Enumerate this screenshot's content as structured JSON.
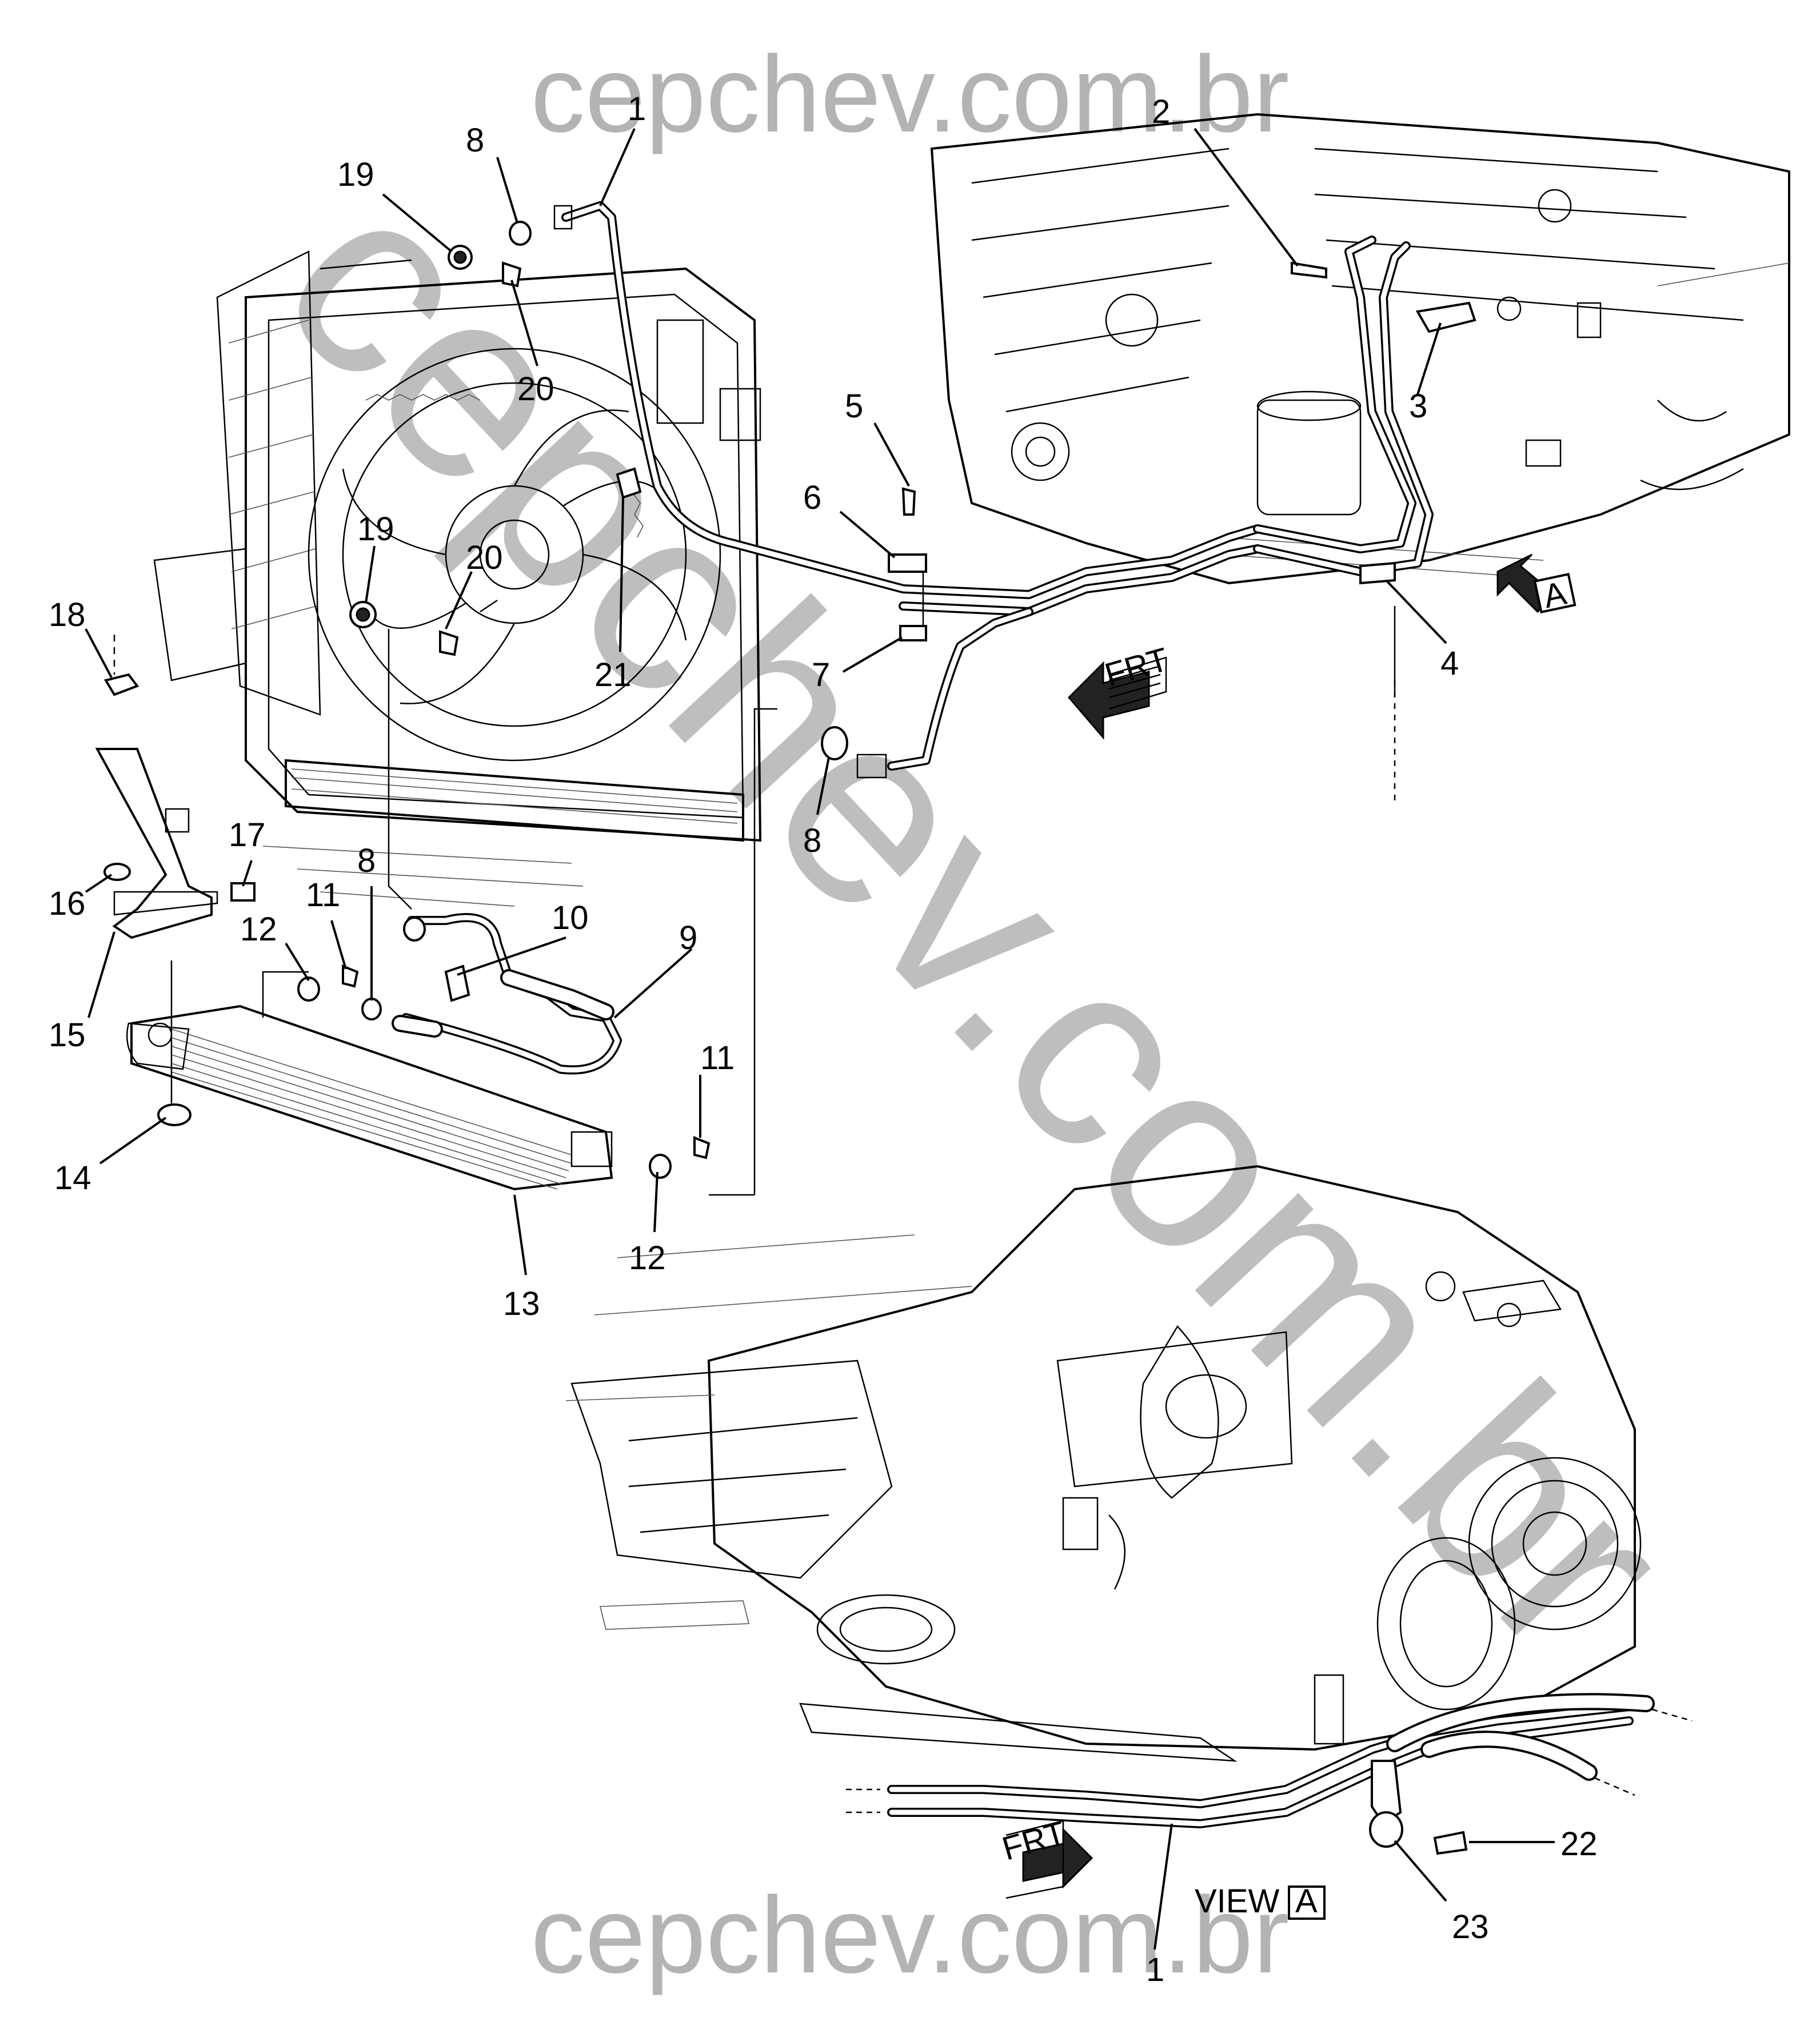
{
  "watermark": {
    "top": "cepchev.com.br",
    "bottom": "cepchev.com.br",
    "diagonal": "cepchev.com.br",
    "color": "#b3b3b3"
  },
  "callouts": {
    "c1_top": "1",
    "c2": "2",
    "c3": "3",
    "c4": "4",
    "c5": "5",
    "c6": "6",
    "c7": "7",
    "c8_top": "8",
    "c8_right": "8",
    "c8_mid": "8",
    "c9": "9",
    "c10": "10",
    "c11_left": "11",
    "c11_right": "11",
    "c12_left": "12",
    "c12_right": "12",
    "c13": "13",
    "c14": "14",
    "c15": "15",
    "c16": "16",
    "c17": "17",
    "c18": "18",
    "c19_top": "19",
    "c19_mid": "19",
    "c20_top": "20",
    "c20_mid": "20",
    "c21": "21",
    "c22": "22",
    "c23": "23",
    "c1_bottom": "1"
  },
  "indicators": {
    "frt_top": "FRT",
    "frt_bottom": "FRT",
    "view_a_ref": "A",
    "view_label": "VIEW",
    "view_letter": "A"
  }
}
